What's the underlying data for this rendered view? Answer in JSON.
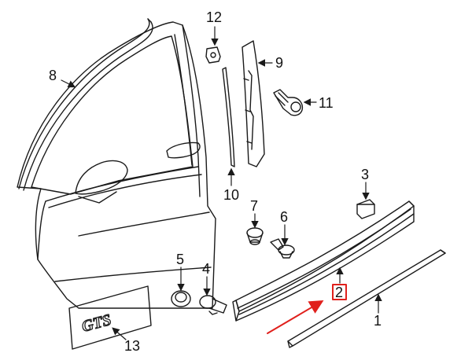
{
  "callouts": {
    "c1": "1",
    "c2": "2",
    "c3": "3",
    "c4": "4",
    "c5": "5",
    "c6": "6",
    "c7": "7",
    "c8": "8",
    "c9": "9",
    "c10": "10",
    "c11": "11",
    "c12": "12",
    "c13": "13"
  },
  "emblem": {
    "text": "GTS"
  },
  "colors": {
    "line": "#1a1a1a",
    "highlight_box": "#e0201c",
    "pointer_arrow": "#e0201c",
    "background": "#ffffff"
  },
  "highlighted_part": "2"
}
